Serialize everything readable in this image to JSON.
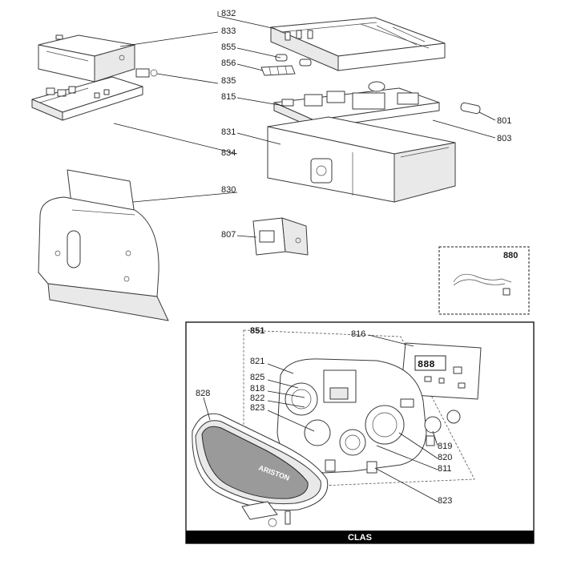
{
  "labels": {
    "p832": "832",
    "p833": "833",
    "p855": "855",
    "p856": "856",
    "p835": "835",
    "p815": "815",
    "p801": "801",
    "p803": "803",
    "p831": "831",
    "p834": "834",
    "p830": "830",
    "p807": "807",
    "p880": "880",
    "p816": "816",
    "p851": "851",
    "p821": "821",
    "p825": "825",
    "p818": "818",
    "p822": "822",
    "p823a": "823",
    "p828": "828",
    "p819": "819",
    "p820": "820",
    "p811": "811",
    "p823b": "823"
  },
  "footer": {
    "model": "CLAS"
  },
  "panel": {
    "display_digits": "888",
    "brand": "ARISTON"
  },
  "colors": {
    "line": "#3a3a3a",
    "footer_bg": "#000000",
    "footer_text": "#ffffff"
  }
}
